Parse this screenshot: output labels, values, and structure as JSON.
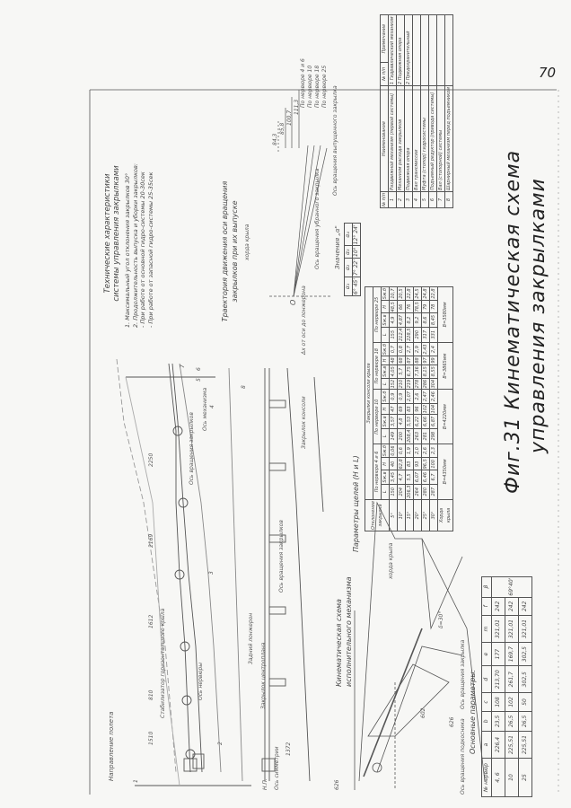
{
  "page_number": "70",
  "title": {
    "line1": "Фиг.31 Кинематическая схема",
    "line2": "управления закрылками"
  },
  "tech_characteristics": {
    "heading1": "Технические характеристики",
    "heading2": "системы управления закрылками",
    "items": [
      "1. Максимальный угол отклонения закрылков 30°",
      "2. Продолжительность выпуска и уборки закрылков:",
      "- При работе от основной гидро-системы 20-30сек",
      "- При работе от запасной гидро-системы 25-35сек"
    ]
  },
  "trajectory": {
    "title1": "Траектория движения оси вращения",
    "title2": "закрылков при их выпуске",
    "labels": {
      "chord": "хорда крыла",
      "axis_inner": "Ось вращения убранного закрылка",
      "axis_outer": "Ось вращения выпущенного закрылка",
      "dist": "Δх от оси до лонжерона",
      "origin": "O",
      "rib_46": "По нервюре 4 и 6",
      "rib_10": "По нервюре 10",
      "rib_18": "По нервюре 18",
      "rib_25": "По нервюре 25",
      "dims": [
        "84,3",
        "85,8",
        "100,7",
        "111,3"
      ]
    }
  },
  "alpha_table": {
    "caption": "Значения „α\"",
    "headers": [
      "α₁",
      "α₂",
      "α₃",
      "α₄"
    ],
    "values": [
      "6° 45'",
      "7° 22'",
      "10°",
      "12° 24'"
    ]
  },
  "slot_table": {
    "caption": "Параметры щелей (H и L)",
    "group_header": "Закрылки консоли крыла",
    "col0": "Отклонение закрылка",
    "sub_groups": [
      "По нервюре 4 и 6",
      "По нервюре 10",
      "По нервюре 18",
      "По нервюре 25"
    ],
    "cols": [
      "L",
      "Sж.в",
      "H",
      "Sж.б"
    ],
    "rows": [
      [
        "5°",
        "150",
        "3,45",
        "40",
        "0,06",
        "149",
        "3,57",
        "47",
        "0,9",
        "152",
        "4,05",
        "48",
        "0,7",
        "155",
        "4,9",
        "48,5",
        "10,7"
      ],
      [
        "10°",
        "204",
        "4,7",
        "62,8",
        "0,6",
        "200",
        "4,8",
        "69",
        "0,9",
        "210",
        "5,7",
        "68",
        "0,8",
        "212,4",
        "4,87",
        "66",
        "20,5"
      ],
      [
        "15°",
        "206,3",
        "5,5",
        "83",
        "1,9",
        "208,4",
        "5,53",
        "83",
        "2,07",
        "219",
        "6,75",
        "87",
        "2,7",
        "228,5",
        "8,2",
        "76",
        "22,8"
      ],
      [
        "20°",
        "264",
        "6,07",
        "93",
        "2,0",
        "263",
        "6,22",
        "96",
        "2,6",
        "278",
        "7,36",
        "88",
        "2,9",
        "290",
        "9,2",
        "78,5",
        "24,5"
      ],
      [
        "25°",
        "280",
        "6,46",
        "96,5",
        "2,6",
        "281",
        "6,66",
        "102",
        "2,47",
        "286",
        "8,15",
        "97",
        "2,43",
        "317",
        "8,6",
        "79",
        "24,8"
      ],
      [
        "30°",
        "287",
        "6,7",
        "100",
        "2,3",
        "298",
        "6,87",
        "104",
        "2,46",
        "304",
        "8,55",
        "99",
        "2,4",
        "331",
        "8,45",
        "78",
        "22,8"
      ]
    ],
    "footer_label": "Хорда крыла",
    "footer": [
      "B=4350мм",
      "B=4220мм",
      "B=3865мм",
      "B=3580мм"
    ]
  },
  "components": {
    "headers": [
      "№ п/п",
      "Наименование",
      "№ п/п",
      "Примечание"
    ],
    "items": [
      {
        "n": "1",
        "name": "Раздвижной механизм (первой системы)"
      },
      {
        "n": "2",
        "name": "Механизм расхода закрылков"
      },
      {
        "n": "3",
        "name": "Подвижная опора"
      },
      {
        "n": "4",
        "name": "Вал трансмиссии"
      },
      {
        "n": "5",
        "name": "Муфта (стопор) гидросистемы"
      },
      {
        "n": "6",
        "name": "Подъемный редуктор (привода системы)"
      },
      {
        "n": "7",
        "name": "Вал (стопорной) системы"
      },
      {
        "n": "8",
        "name": "Шарнирный механизм перед подъемником"
      }
    ],
    "notes": [
      "1 Гидравлический механизм",
      "2 Подвижная опора",
      "2 Предохранительный"
    ]
  },
  "mechanism_labels": {
    "flight_dir": "Направление полета",
    "tail": "Стабилизатор горизонтального крыла",
    "rear_spar": "Задний лонжерон",
    "flap_axis": "Ось вращения закрылков",
    "inner_flap": "Закрылок центроплана",
    "outer_flap": "Закрылок консоли",
    "front_ctrl": "Ось механизма",
    "nervure": "Ось нервюры",
    "flap_rot_axis": "Ось вращения закрылков",
    "fuselage": "Ось симметрии",
    "dims": [
      "1510",
      "810",
      "1612",
      "2169",
      "2250",
      "1372",
      "626"
    ],
    "numbers": [
      "1",
      "2",
      "3",
      "4",
      "5",
      "6",
      "7",
      "8"
    ],
    "nn": "Н.П."
  },
  "kinematic": {
    "title1": "Кинематическая схема",
    "title2": "исполнительного механизма",
    "chord": "хорда крыла",
    "angle": "δ=30°",
    "axis": "Ось вращения закрылка",
    "axis2": "Ось вращения подкосника",
    "dims": [
      "602",
      "626"
    ]
  },
  "basic_params": {
    "caption": "Основные параметры:",
    "headers": [
      "№ нервюр",
      "a",
      "b",
      "c",
      "d",
      "e",
      "m",
      "f",
      "β"
    ],
    "rows": [
      [
        "4, 6",
        "226,4",
        "23,5",
        "108",
        "213,70",
        "177",
        "321,01",
        "242"
      ],
      [
        "10",
        "225,51",
        "26,5",
        "102",
        "261,7",
        "169,7",
        "321,01",
        "242"
      ],
      [
        "25",
        "225,51",
        "26,5",
        "50",
        "302,5",
        "302,5",
        "321,01",
        "242"
      ]
    ],
    "beta": "69°40'"
  }
}
